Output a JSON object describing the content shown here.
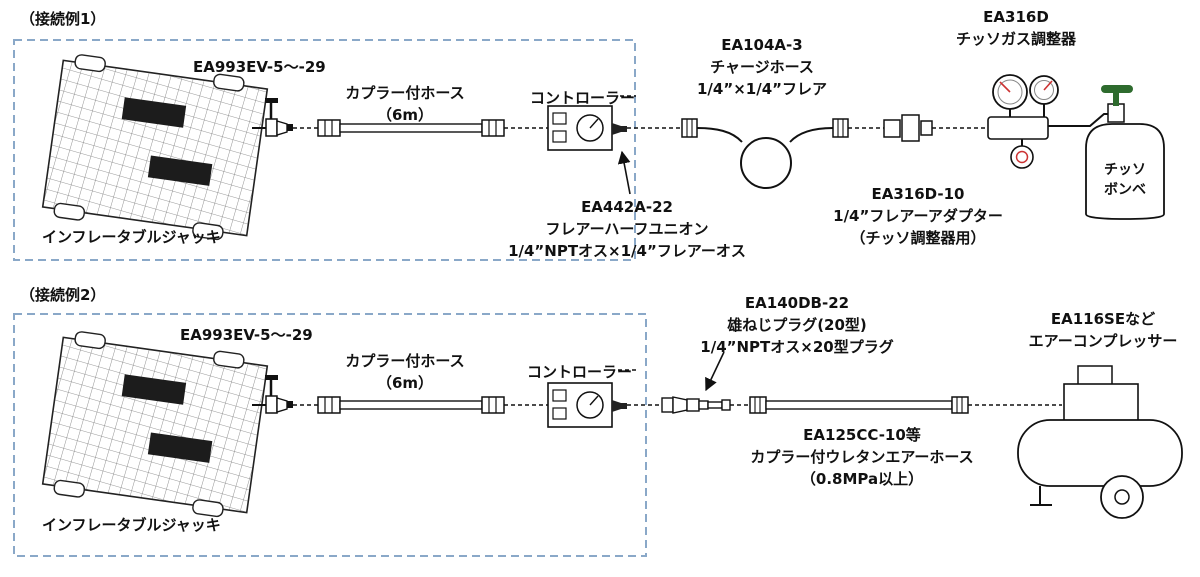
{
  "diagram": {
    "accent_blue": "#8aa8c8",
    "needle_red": "#cc3333",
    "handle_green": "#2e6b2e"
  },
  "example1": {
    "title": "（接続例1）",
    "jack_model": "EA993EV-5～-29",
    "jack_label": "インフレータブルジャッキ",
    "hose": {
      "name": "カプラー付ホース",
      "length": "（6m）"
    },
    "controller": "コントローラー",
    "union": {
      "model": "EA442A-22",
      "name": "フレアーハーフユニオン",
      "spec": "1/4”NPTオス×1/4”フレアーオス"
    },
    "charge_hose": {
      "model": "EA104A-3",
      "name": "チャージホース",
      "spec": "1/4”×1/4”フレア"
    },
    "adapter": {
      "model": "EA316D-10",
      "name": "1/4”フレアーアダプター",
      "spec": "（チッソ調整器用）"
    },
    "regulator": {
      "model": "EA316D",
      "name": "チッソガス調整器"
    },
    "cylinder": {
      "line1": "チッソ",
      "line2": "ボンベ"
    }
  },
  "example2": {
    "title": "（接続例2）",
    "jack_model": "EA993EV-5～-29",
    "jack_label": "インフレータブルジャッキ",
    "hose": {
      "name": "カプラー付ホース",
      "length": "（6m）"
    },
    "controller": "コントローラー",
    "plug": {
      "model": "EA140DB-22",
      "name": "雄ねじプラグ(20型)",
      "spec": "1/4”NPTオス×20型プラグ"
    },
    "air_hose": {
      "model": "EA125CC-10等",
      "name": "カプラー付ウレタンエアーホース",
      "spec": "（0.8MPa以上）"
    },
    "compressor": {
      "model": "EA116SEなど",
      "name": "エアーコンプレッサー"
    }
  }
}
